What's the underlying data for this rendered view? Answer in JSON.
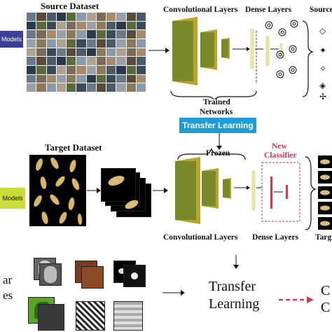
{
  "row1": {
    "models_label": "Models",
    "source_heading": "Source Dataset",
    "conv_heading": "Convolutional Layers",
    "dense_heading": "Dense Layers",
    "source_cut": "Source",
    "trained_label_1": "Trained",
    "trained_label_2": "Networks"
  },
  "transfer_box": {
    "label": "Transfer Learning"
  },
  "row2": {
    "models_label": "Models",
    "target_heading": "Target Dataset",
    "frozen_label": "Frozen",
    "new_classifier_1": "New",
    "new_classifier_2": "Classifier",
    "conv_heading": "Convolutional Layers",
    "dense_heading": "Dense Layers",
    "target_cut": "Targ"
  },
  "row3": {
    "left_cut_1": "ar",
    "left_cut_2": "es",
    "transfer_text_1": "Transfer",
    "transfer_text_2": "Learning",
    "right_cut_1": "C",
    "right_cut_2": "C"
  },
  "colors": {
    "layer_front": "#7a8a2a",
    "layer_side": "#b9a52a",
    "dense_bar": "#e9ea9a",
    "classifier": "#d23a4a",
    "transfer_box": "#1f9bd7",
    "models_top": "#3b3f9a",
    "models_mid": "#c9dc3a"
  }
}
